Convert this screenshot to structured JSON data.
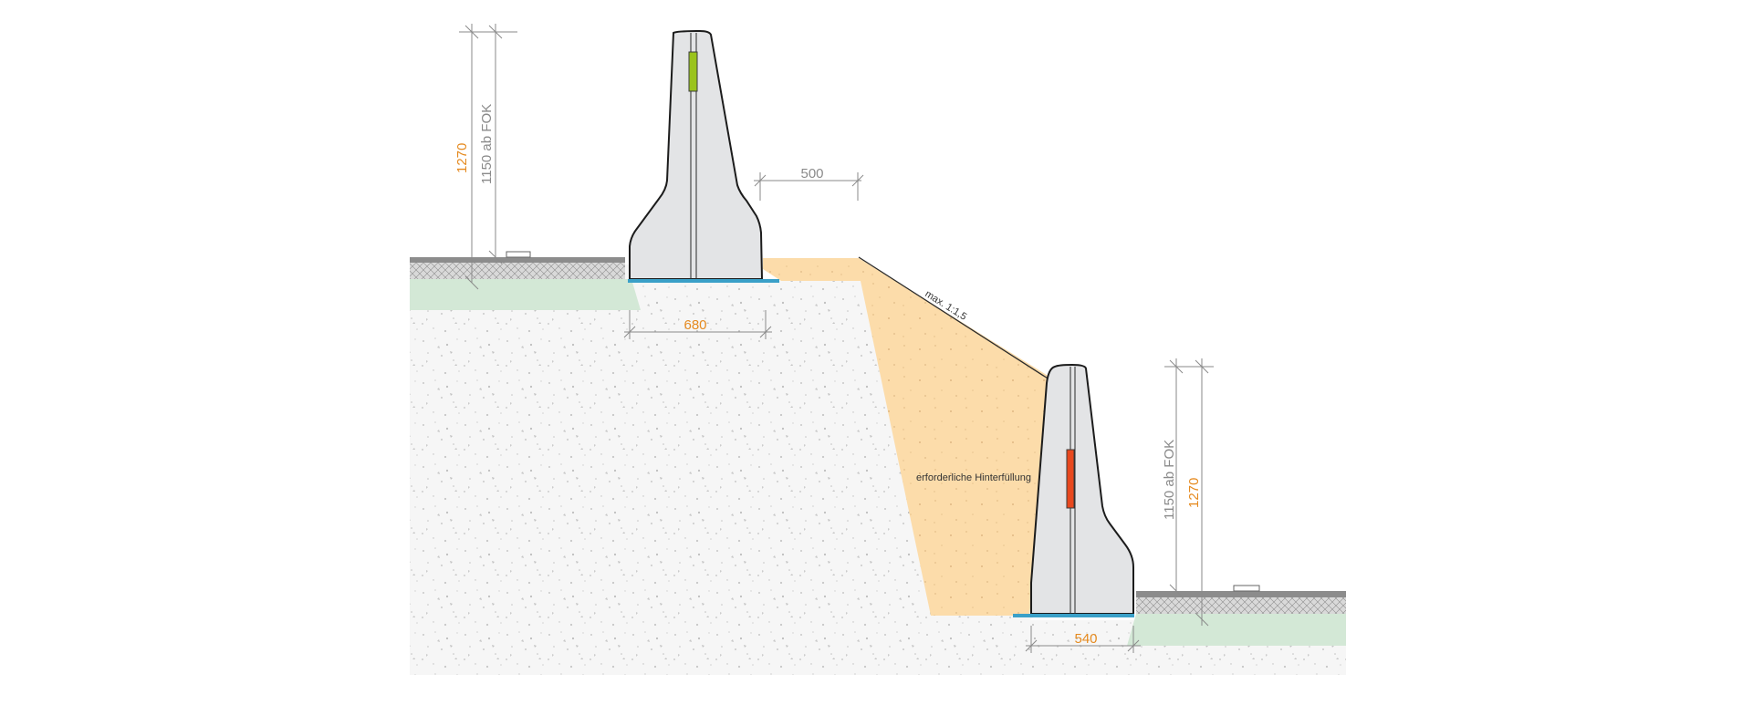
{
  "dimensions": {
    "top_height_total": "1270",
    "top_height_fok": "1150 ab FOK",
    "top_offset": "500",
    "top_base_width": "680",
    "bottom_height_fok": "1150 ab FOK",
    "bottom_height_total": "1270",
    "bottom_base_width": "540"
  },
  "labels": {
    "slope": "max. 1:1,5",
    "backfill": "erforderliche Hinterfüllung"
  },
  "colors": {
    "ground": "#f4f4f4",
    "backfill": "#fcdcaa",
    "turf": "#d3e8d6",
    "concrete": "#e3e4e6",
    "base_strip": "#3aa0c8",
    "marker_top": "#9ac31c",
    "marker_bottom": "#e8481e",
    "orange_dim": "#e58a1f"
  }
}
